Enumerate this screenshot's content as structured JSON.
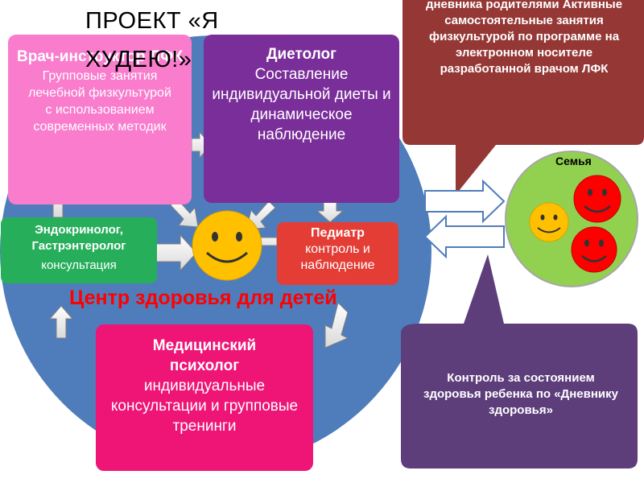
{
  "project_title": "ПРОЕКТ «Я ХУДЕЮ!»",
  "center_label": "Центр здоровья для детей",
  "family_label": "Семья",
  "roles": {
    "lfk": {
      "title": "Врач-инструктор ЛФК",
      "text": "Групповые занятия лечебной физкультурой с использованием современных методик"
    },
    "dietolog": {
      "title": "Диетолог",
      "text": "Составление индивидуальной диеты и динамическое наблюдение"
    },
    "endo": {
      "title": "Эндокринолог, Гастрэнтеролог",
      "text": "консультация"
    },
    "pediatr": {
      "title": "Педиатр",
      "text": "контроль и наблюдение"
    },
    "psych": {
      "title": "Медицинский психолог",
      "text": "индивидуальные консультации и групповые тренинги"
    }
  },
  "callout_top": "дневника родителями Активные самостоятельные занятия физкультурой по программе на электронном носителе разработанной врачом ЛФК",
  "callout_bottom": "Контроль за состоянием здоровья ребенка по «Дневнику здоровья»",
  "colors": {
    "big_circle": "#4f7dbb",
    "lfk": "#f97ccd",
    "dietolog": "#7a2e99",
    "endo": "#27ae5b",
    "pediatr": "#e33d36",
    "psych": "#ee1576",
    "callout_top": "#953735",
    "callout_bottom": "#5d3e7b",
    "family": "#92d050",
    "child_face": "#ffc000",
    "adult_face": "#ff0000",
    "center_label": "#ff0000"
  }
}
